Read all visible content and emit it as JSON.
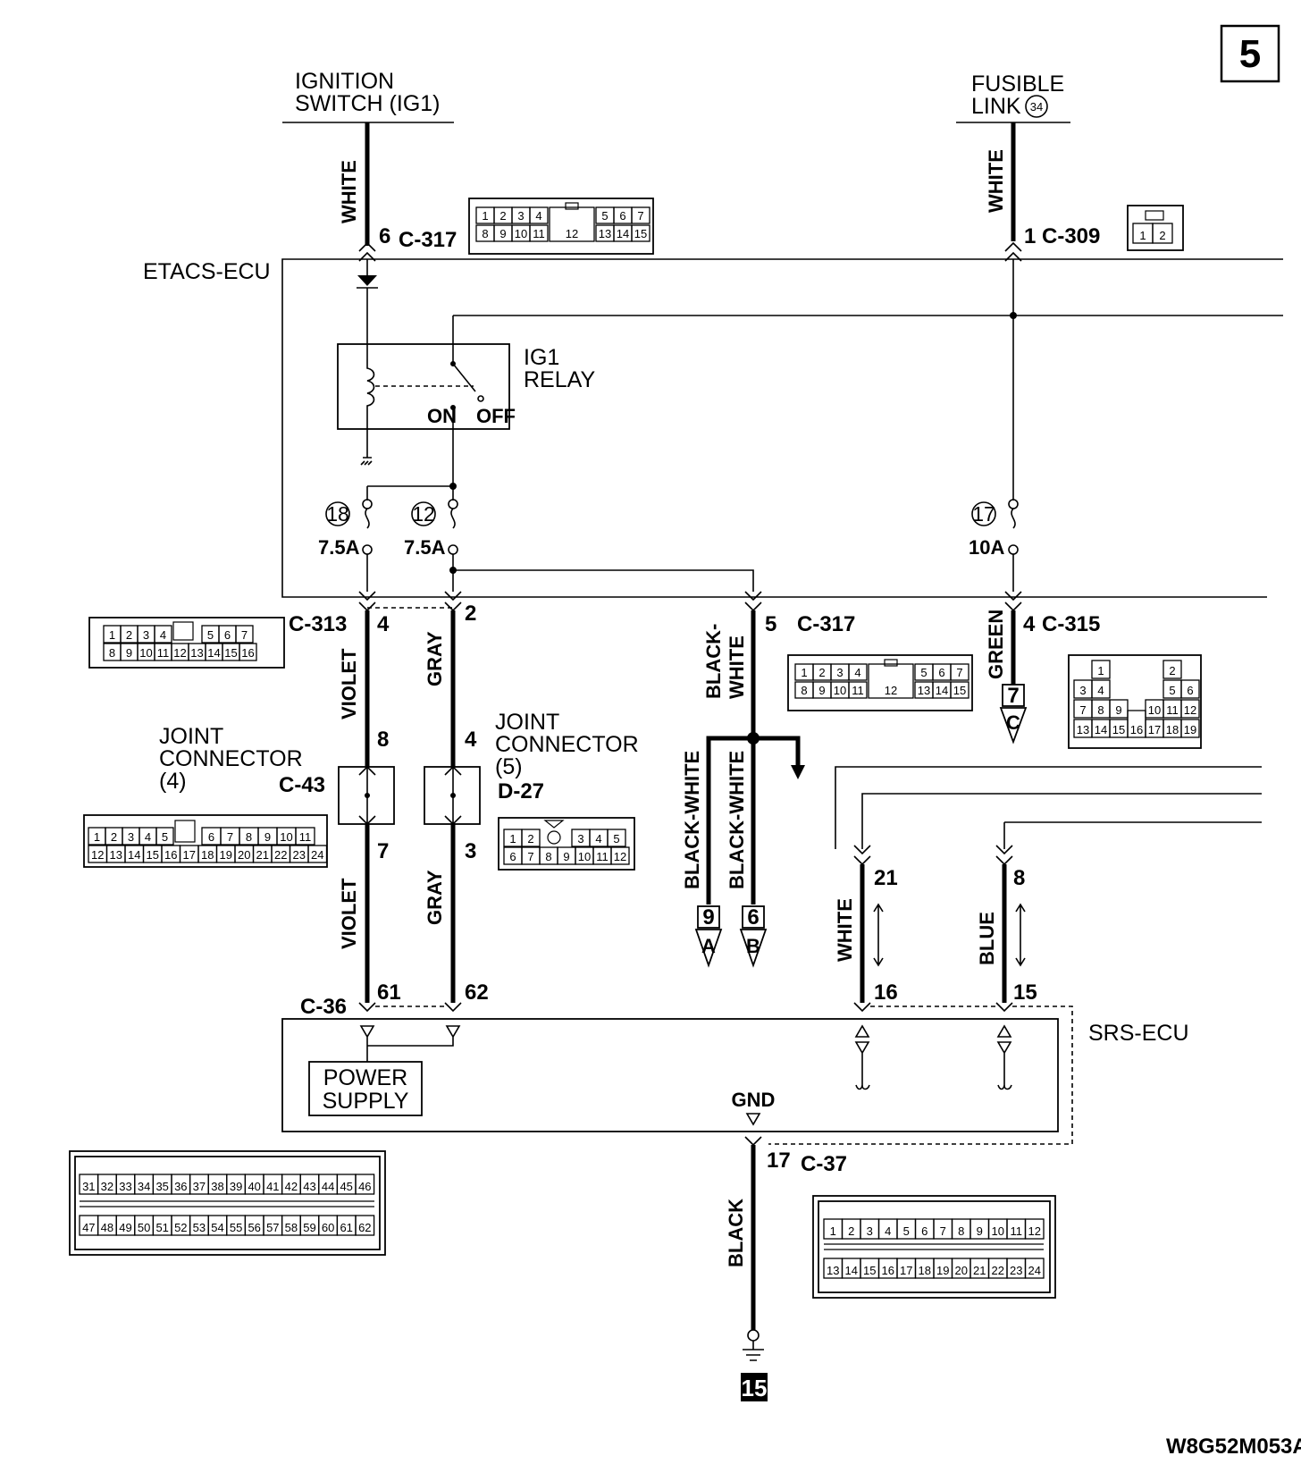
{
  "page_number": "5",
  "diagram_id": "W8G52M053A",
  "ground_ref": "15",
  "sources": {
    "ignition_switch": {
      "line1": "IGNITION",
      "line2": "SWITCH (IG1)"
    },
    "fusible_link": {
      "line1": "FUSIBLE",
      "line2": "LINK",
      "number": "34"
    }
  },
  "modules": {
    "etacs": "ETACS-ECU",
    "srs": "SRS-ECU",
    "relay": {
      "line1": "IG1",
      "line2": "RELAY",
      "on": "ON",
      "off": "OFF"
    },
    "power_supply": {
      "line1": "POWER",
      "line2": "SUPPLY"
    },
    "gnd": "GND"
  },
  "fuses": [
    {
      "num": "18",
      "rating": "7.5A"
    },
    {
      "num": "12",
      "rating": "7.5A"
    },
    {
      "num": "17",
      "rating": "10A"
    }
  ],
  "wire_colors": {
    "white": "WHITE",
    "violet": "VIOLET",
    "gray": "GRAY",
    "black_white": "BLACK-WHITE",
    "black_white_split1": "BLACK-",
    "black_white_split2": "WHITE",
    "green": "GREEN",
    "blue": "BLUE",
    "black": "BLACK"
  },
  "connectors": {
    "c317": "C-317",
    "c309": "C-309",
    "c313": "C-313",
    "c315": "C-315",
    "c43": "C-43",
    "d27": "D-27",
    "c36": "C-36",
    "c37": "C-37"
  },
  "joint_connectors": [
    {
      "line1": "JOINT",
      "line2": "CONNECTOR",
      "line3": "(4)"
    },
    {
      "line1": "JOINT",
      "line2": "CONNECTOR",
      "line3": "(5)"
    }
  ],
  "pin_labels": {
    "ig_c317": "6",
    "fl_c309": "1",
    "c313_violet": "4",
    "c313_gray": "2",
    "c317_bw": "5",
    "c315_green": "4",
    "jc4_in": "8",
    "jc4_out": "7",
    "jc5_in": "4",
    "jc5_out": "3",
    "white_top": "21",
    "blue_top": "8",
    "c36_violet": "61",
    "c36_gray": "62",
    "srs_white": "16",
    "srs_blue": "15",
    "c37_gnd": "17"
  },
  "refs": [
    {
      "num": "7",
      "letter": "C"
    },
    {
      "num": "9",
      "letter": "A"
    },
    {
      "num": "6",
      "letter": "B"
    }
  ],
  "connector_pins": {
    "c317": {
      "row1": [
        "1",
        "2",
        "3",
        "4",
        "12",
        "5",
        "6",
        "7"
      ],
      "row2": [
        "8",
        "9",
        "10",
        "11",
        "13",
        "14",
        "15"
      ]
    },
    "c309": [
      "1",
      "2"
    ],
    "c313": {
      "row1": [
        "1",
        "2",
        "3",
        "4",
        "5",
        "6",
        "7"
      ],
      "row2": [
        "8",
        "9",
        "10",
        "11",
        "12",
        "13",
        "14",
        "15",
        "16"
      ]
    },
    "c315": [
      "1",
      "2",
      "3",
      "4",
      "5",
      "6",
      "7",
      "8",
      "9",
      "10",
      "11",
      "12",
      "13",
      "14",
      "15",
      "16",
      "17",
      "18",
      "19"
    ],
    "c43": {
      "row1": [
        "1",
        "2",
        "3",
        "4",
        "5",
        "6",
        "7",
        "8",
        "9",
        "10",
        "11"
      ],
      "row2": [
        "12",
        "13",
        "14",
        "15",
        "16",
        "17",
        "18",
        "19",
        "20",
        "21",
        "22",
        "23",
        "24"
      ]
    },
    "d27": {
      "row1": [
        "1",
        "2",
        "3",
        "4",
        "5"
      ],
      "row2": [
        "6",
        "7",
        "8",
        "9",
        "10",
        "11",
        "12"
      ]
    },
    "c36": {
      "row1": [
        "31",
        "32",
        "33",
        "34",
        "35",
        "36",
        "37",
        "38",
        "39",
        "40",
        "41",
        "42",
        "43",
        "44",
        "45",
        "46"
      ],
      "row2": [
        "47",
        "48",
        "49",
        "50",
        "51",
        "52",
        "53",
        "54",
        "55",
        "56",
        "57",
        "58",
        "59",
        "60",
        "61",
        "62"
      ]
    },
    "c37": {
      "row1": [
        "1",
        "2",
        "3",
        "4",
        "5",
        "6",
        "7",
        "8",
        "9",
        "10",
        "11",
        "12"
      ],
      "row2": [
        "13",
        "14",
        "15",
        "16",
        "17",
        "18",
        "19",
        "20",
        "21",
        "22",
        "23",
        "24"
      ]
    }
  }
}
